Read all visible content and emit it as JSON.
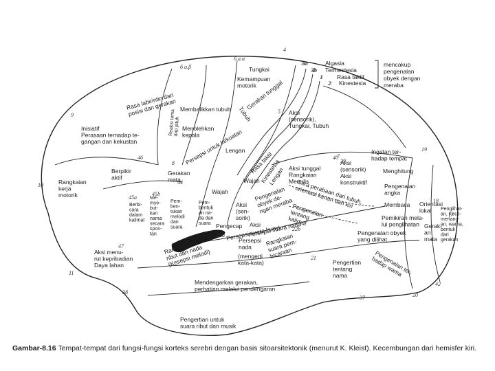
{
  "areas": [
    {
      "id": "tungkai-top",
      "text": [
        "Tungkai"
      ]
    },
    {
      "id": "kemampuan",
      "text": [
        "Kemampuan",
        "motorik"
      ]
    },
    {
      "id": "gerakan-tunggal",
      "text": [
        "Gerakan tunggal"
      ]
    },
    {
      "id": "rasa-labirintin",
      "text": [
        "Rasa labirintin dari",
        "posisi dan gerakan"
      ]
    },
    {
      "id": "membalikkan",
      "text": [
        "Membalikkan tubuh"
      ]
    },
    {
      "id": "reaksi",
      "text": [
        "Reaksi tema",
        "dap jatuh"
      ]
    },
    {
      "id": "menolehkan",
      "text": [
        "Menolehkan",
        "kepala"
      ]
    },
    {
      "id": "tubuh-diag",
      "text": [
        "Tubuh"
      ]
    },
    {
      "id": "persepsi-kekuatan",
      "text": [
        "Persepsi untuk kekuatan"
      ]
    },
    {
      "id": "inisiatif",
      "text": [
        "Inisiatif",
        "Perasaan ternadap te-",
        "gangan dan kekustan"
      ]
    },
    {
      "id": "aksi-sensorik-top",
      "text": [
        "Aksi",
        "(sensorik),",
        "Tungkai, Tubuh"
      ]
    },
    {
      "id": "lengan-1",
      "text": [
        "Lengan"
      ]
    },
    {
      "id": "berpikir",
      "text": [
        "Berpikir",
        "aktif"
      ]
    },
    {
      "id": "gerakan-mata",
      "text": [
        "Gerakan",
        "mata"
      ]
    },
    {
      "id": "rangkaian-kerja",
      "text": [
        "Rangkaian",
        "kerja",
        "motorik"
      ]
    },
    {
      "id": "rasa-taktil-diag",
      "text": [
        "Rasa taktil"
      ]
    },
    {
      "id": "kinestesia-diag",
      "text": [
        "Kinestesia"
      ]
    },
    {
      "id": "lengan-2",
      "text": [
        "Lengan"
      ]
    },
    {
      "id": "aksi-tunggal",
      "text": [
        "Aksi tunggal",
        "Rangkaian",
        "Menulis"
      ]
    },
    {
      "id": "aksi-sensorik-mid",
      "text": [
        "Aksi",
        "(sensorik)",
        "Aksi",
        "konstruktif"
      ]
    },
    {
      "id": "ingatan",
      "text": [
        "Ingatan ter-",
        "hadap tempat"
      ]
    },
    {
      "id": "menghitung",
      "text": [
        "Menghitung"
      ]
    },
    {
      "id": "pengenalan-angka",
      "text": [
        "Pengenalan",
        "angka"
      ]
    },
    {
      "id": "membaca",
      "text": [
        "Membaca"
      ]
    },
    {
      "id": "orientasi",
      "text": [
        "Orientasi",
        "lokal"
      ]
    },
    {
      "id": "pemikiran",
      "text": [
        "Pemikiran mela-",
        "lui penglihatan"
      ]
    },
    {
      "id": "pengenalan-obyek",
      "text": [
        "Pengenalan obyek",
        "yang dilihat"
      ]
    },
    {
      "id": "gerakan-mata-r",
      "text": [
        "Gerak-",
        "an",
        "mata"
      ]
    },
    {
      "id": "penglihatan-kecil",
      "text": [
        "Penglihat-",
        "an, Kece-",
        "merlang-",
        "an, warna,",
        "bentuk",
        "dari",
        "gerakan"
      ]
    },
    {
      "id": "wajah-1",
      "text": [
        "Wajah"
      ]
    },
    {
      "id": "wajah-2",
      "text": [
        "Wajah"
      ]
    },
    {
      "id": "pembentukan",
      "text": [
        "Pem-",
        "bentuk",
        "an na-",
        "da dan",
        "suara"
      ]
    },
    {
      "id": "pembentukan-melodi",
      "text": [
        "Pem-",
        "ben-",
        "tukan",
        "melodi",
        "dan",
        "suara"
      ]
    },
    {
      "id": "memberi",
      "text": [
        "Me-",
        "mye-",
        "but-",
        "kan",
        "nama",
        "secara",
        "spon-",
        "tan"
      ]
    },
    {
      "id": "berbicara",
      "text": [
        "Berbi-",
        "cara",
        "dalam",
        "kalimat"
      ]
    },
    {
      "id": "aksi-sensorik-low",
      "text": [
        "Aksi",
        "(sen-",
        "sorik)"
      ]
    },
    {
      "id": "pengenalan-obyek-2",
      "text": [
        "Pengenalan",
        "obyek de-",
        "ngan meraba"
      ]
    },
    {
      "id": "citra",
      "text": [
        "Citra perabaan dari tubuh,",
        "orientasi kanan dan kiri"
      ]
    },
    {
      "id": "pengenalan-tentang",
      "text": [
        "Pengenalan",
        "tentang",
        "kalimat"
      ]
    },
    {
      "id": "pengecap",
      "text": [
        "Pengecap"
      ]
    },
    {
      "id": "persepsi-suara",
      "text": [
        "Persepsi suara bunyi"
      ]
    },
    {
      "id": "persepsi-suara-bunyi",
      "text": [
        "Persepsi suara nada"
      ]
    },
    {
      "id": "persepsi-nada",
      "text": [
        "Persepsi",
        "nada"
      ]
    },
    {
      "id": "mengerti",
      "text": [
        "(mengerti",
        "kata-kata)"
      ]
    },
    {
      "id": "rangkaian-suara",
      "text": [
        "Rangkaian",
        "suara pem-",
        "bicaraan"
      ]
    },
    {
      "id": "aksi-menurut",
      "text": [
        "Aksi menu-",
        "rut kepribadian",
        "Daya lahan"
      ]
    },
    {
      "id": "rangkaian-suara-nada",
      "text": [
        "Rangkaian suara",
        "ribut dan nada",
        "(Kesepsi melodi)"
      ]
    },
    {
      "id": "pengertian-nama",
      "text": [
        "Pengertian",
        "tentang",
        "nama"
      ]
    },
    {
      "id": "pengenalan-wama",
      "text": [
        "Pengenalan ter-",
        "hadap wama"
      ]
    },
    {
      "id": "mendengarkan",
      "text": [
        "Mendengarkan gerakan,",
        "perhatian melalui pendengaran"
      ]
    },
    {
      "id": "pengertian-suara",
      "text": [
        "Pengertian untuk",
        "suara ribut dan musik"
      ]
    },
    {
      "id": "aksi-lower",
      "text": [
        "Aksi"
      ]
    }
  ],
  "legend": {
    "labels": [
      "Algasia",
      "Termestesia",
      "Rasa taktil",
      "Kinestesia"
    ],
    "codes": [
      "3a",
      "3b",
      "1",
      "2"
    ],
    "note": [
      "mencakup",
      "pengenalan",
      "obyek dengan",
      "meraba"
    ]
  },
  "area_numbers": [
    "6 a.α",
    "6 a.β",
    "4",
    "3a",
    "3b",
    "1",
    "2",
    "5",
    "9",
    "8",
    "7",
    "40",
    "39",
    "19",
    "18",
    "17",
    "10",
    "46",
    "44",
    "45a",
    "45b",
    "47",
    "11",
    "38",
    "22a",
    "22b",
    "21",
    "37",
    "20",
    "42"
  ],
  "caption": {
    "figure": "Gambar-8.16",
    "text": "Tempat-tempat dari fungsi-fungsi korteks serebri dengan basis sitoarsitektonik (menurut K. Kleist). Kecembungan dari hemisfer kiri."
  }
}
